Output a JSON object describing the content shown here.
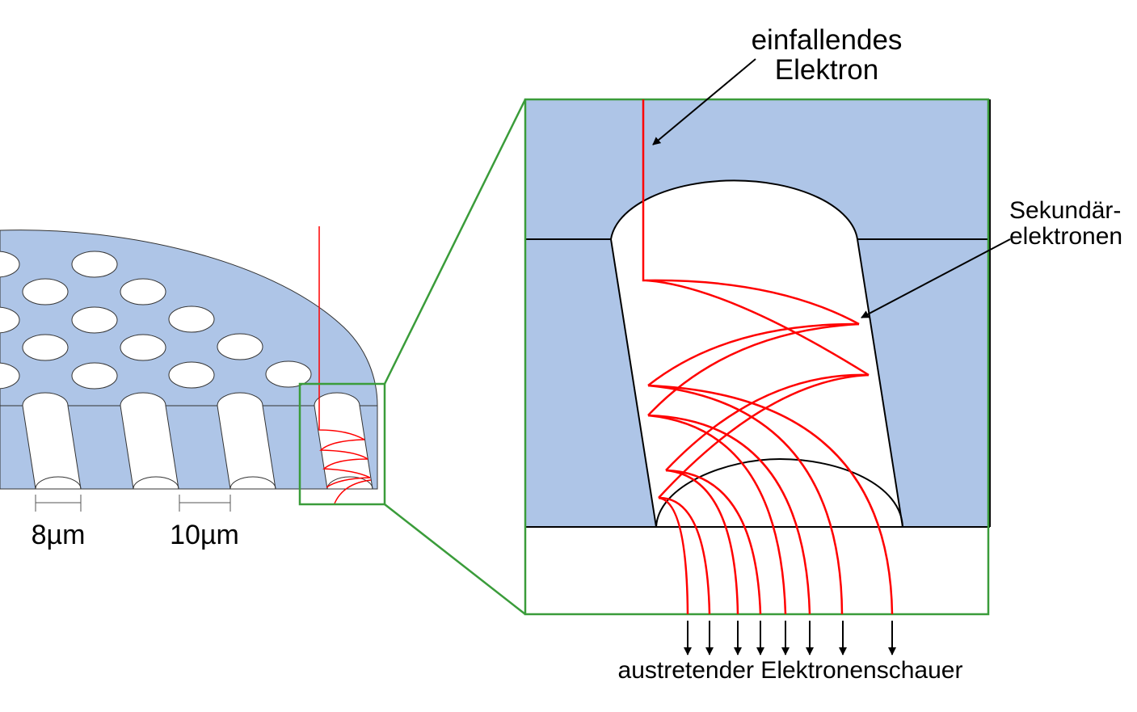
{
  "labels": {
    "incident_line1": "einfallendes",
    "incident_line2": "Elektron",
    "secondary_line1": "Sekundär-",
    "secondary_line2": "elektronen",
    "output": "austretender Elektronenschauer",
    "pore_diameter": "8µm",
    "pore_pitch": "10µm"
  },
  "colors": {
    "plate": "#aec5e7",
    "electron_path": "#ff0000",
    "zoom_frame": "#3a9c3a",
    "outline": "#000000"
  }
}
